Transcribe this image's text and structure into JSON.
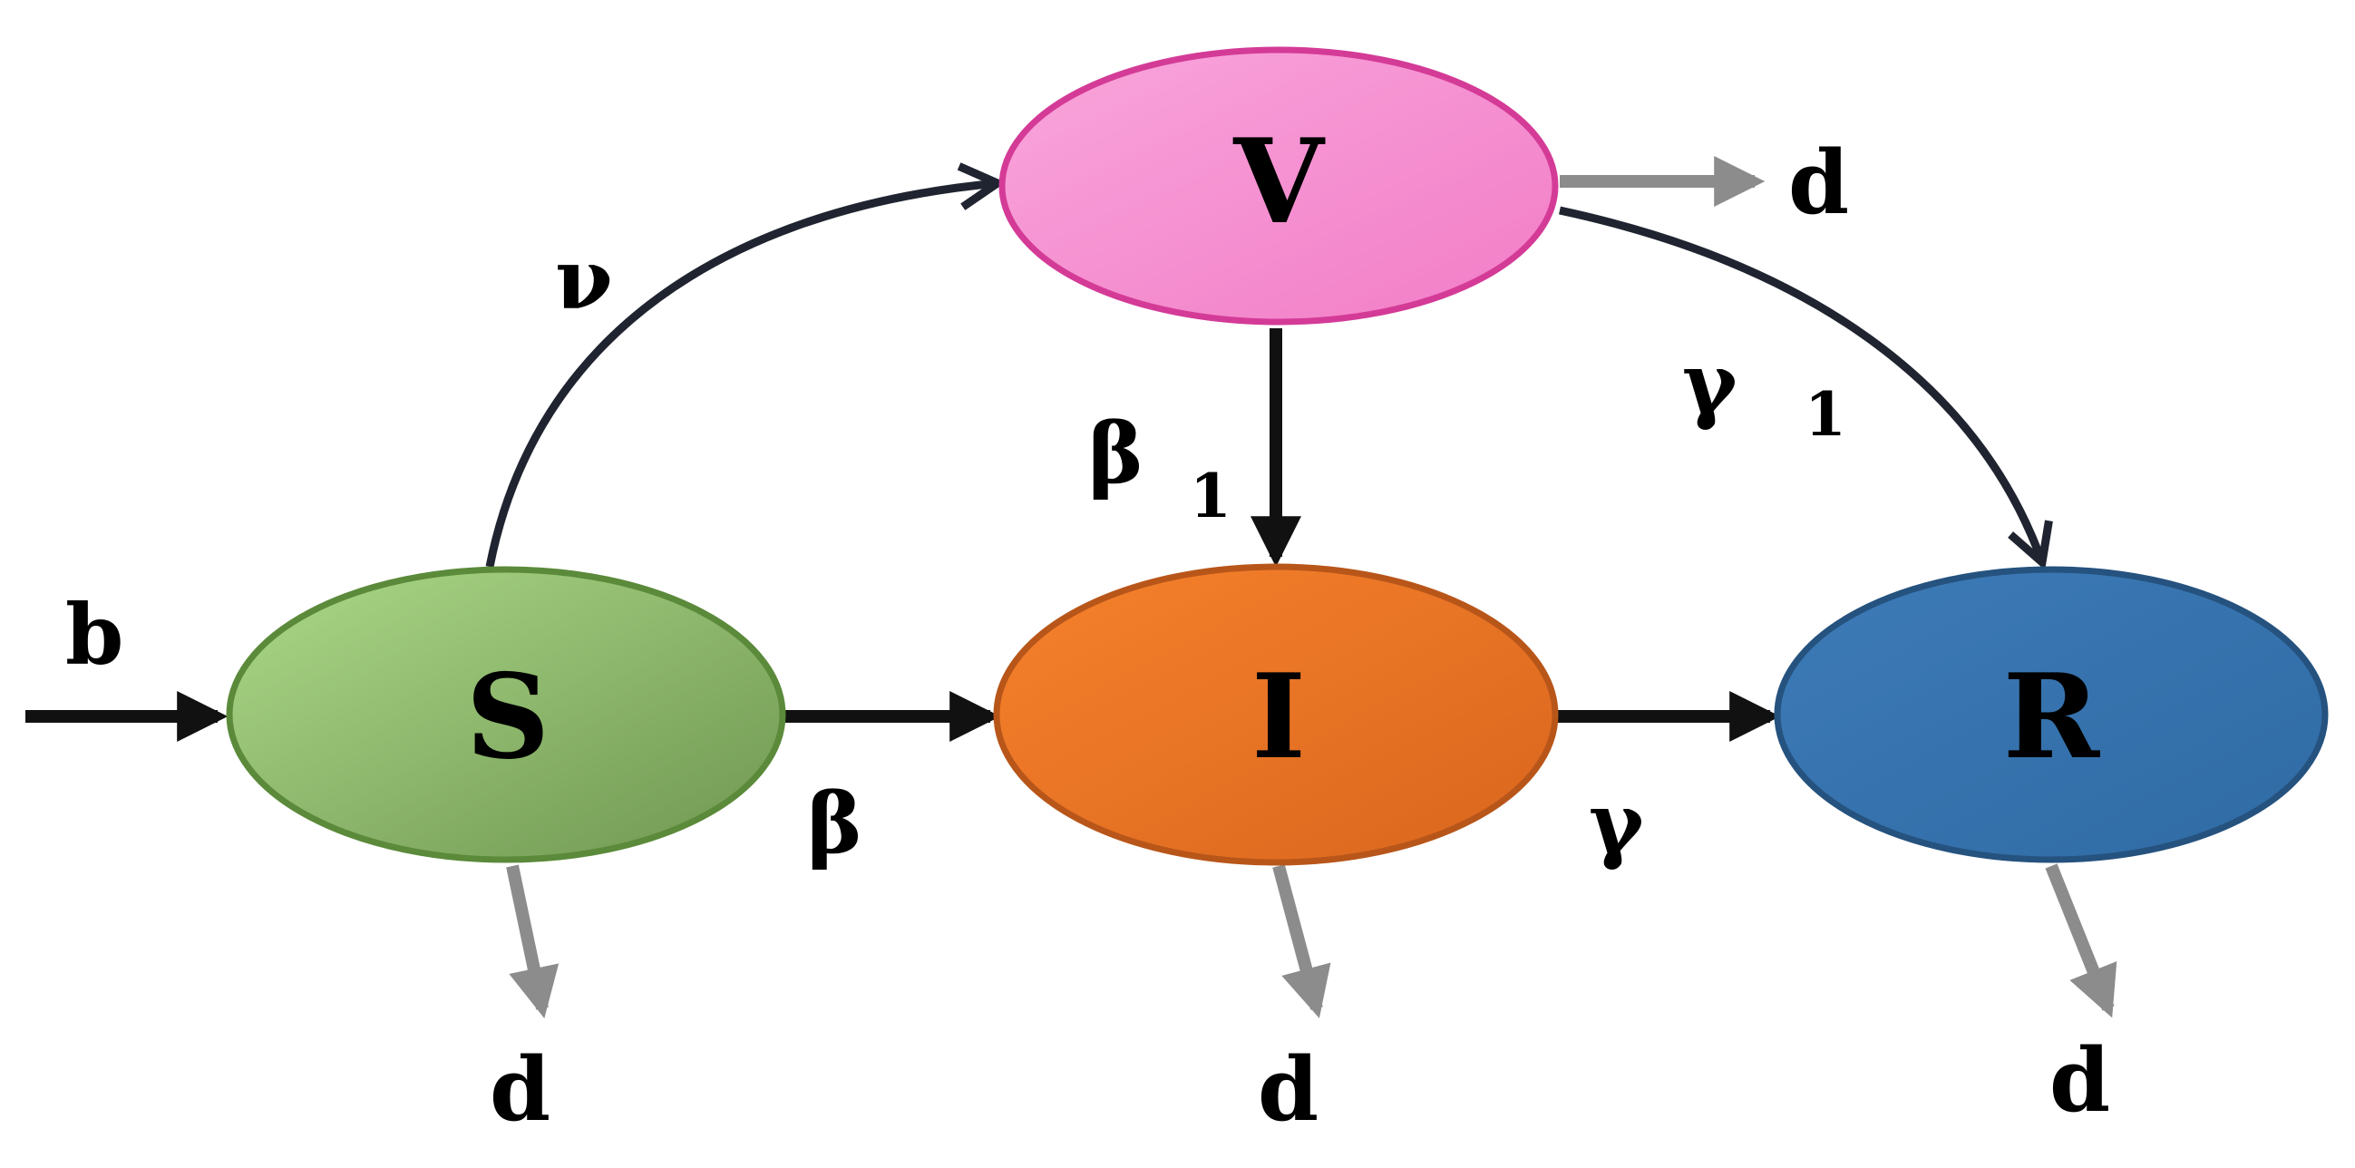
{
  "nodes": {
    "V": {
      "label": "V",
      "fill": "#f48fd0",
      "stroke": "#d43b97"
    },
    "S": {
      "label": "S",
      "fill": "#93c06e",
      "stroke": "#5b8a3a"
    },
    "I": {
      "label": "I",
      "fill": "#ec7628",
      "stroke": "#b8561a"
    },
    "R": {
      "label": "R",
      "fill": "#3b74ad",
      "stroke": "#25527e"
    }
  },
  "edges": {
    "b": "b",
    "nu": "ν",
    "beta": "β",
    "beta1": "β",
    "beta1_sub": "1",
    "gamma": "γ",
    "gamma1": "γ",
    "gamma1_sub": "1"
  },
  "deaths": {
    "S": "d",
    "I": "d",
    "R": "d",
    "V": "d"
  },
  "colors": {
    "flow_arrow": "#111111",
    "curve_arrow": "#1f2430",
    "death_arrow": "#8c8c8c"
  }
}
